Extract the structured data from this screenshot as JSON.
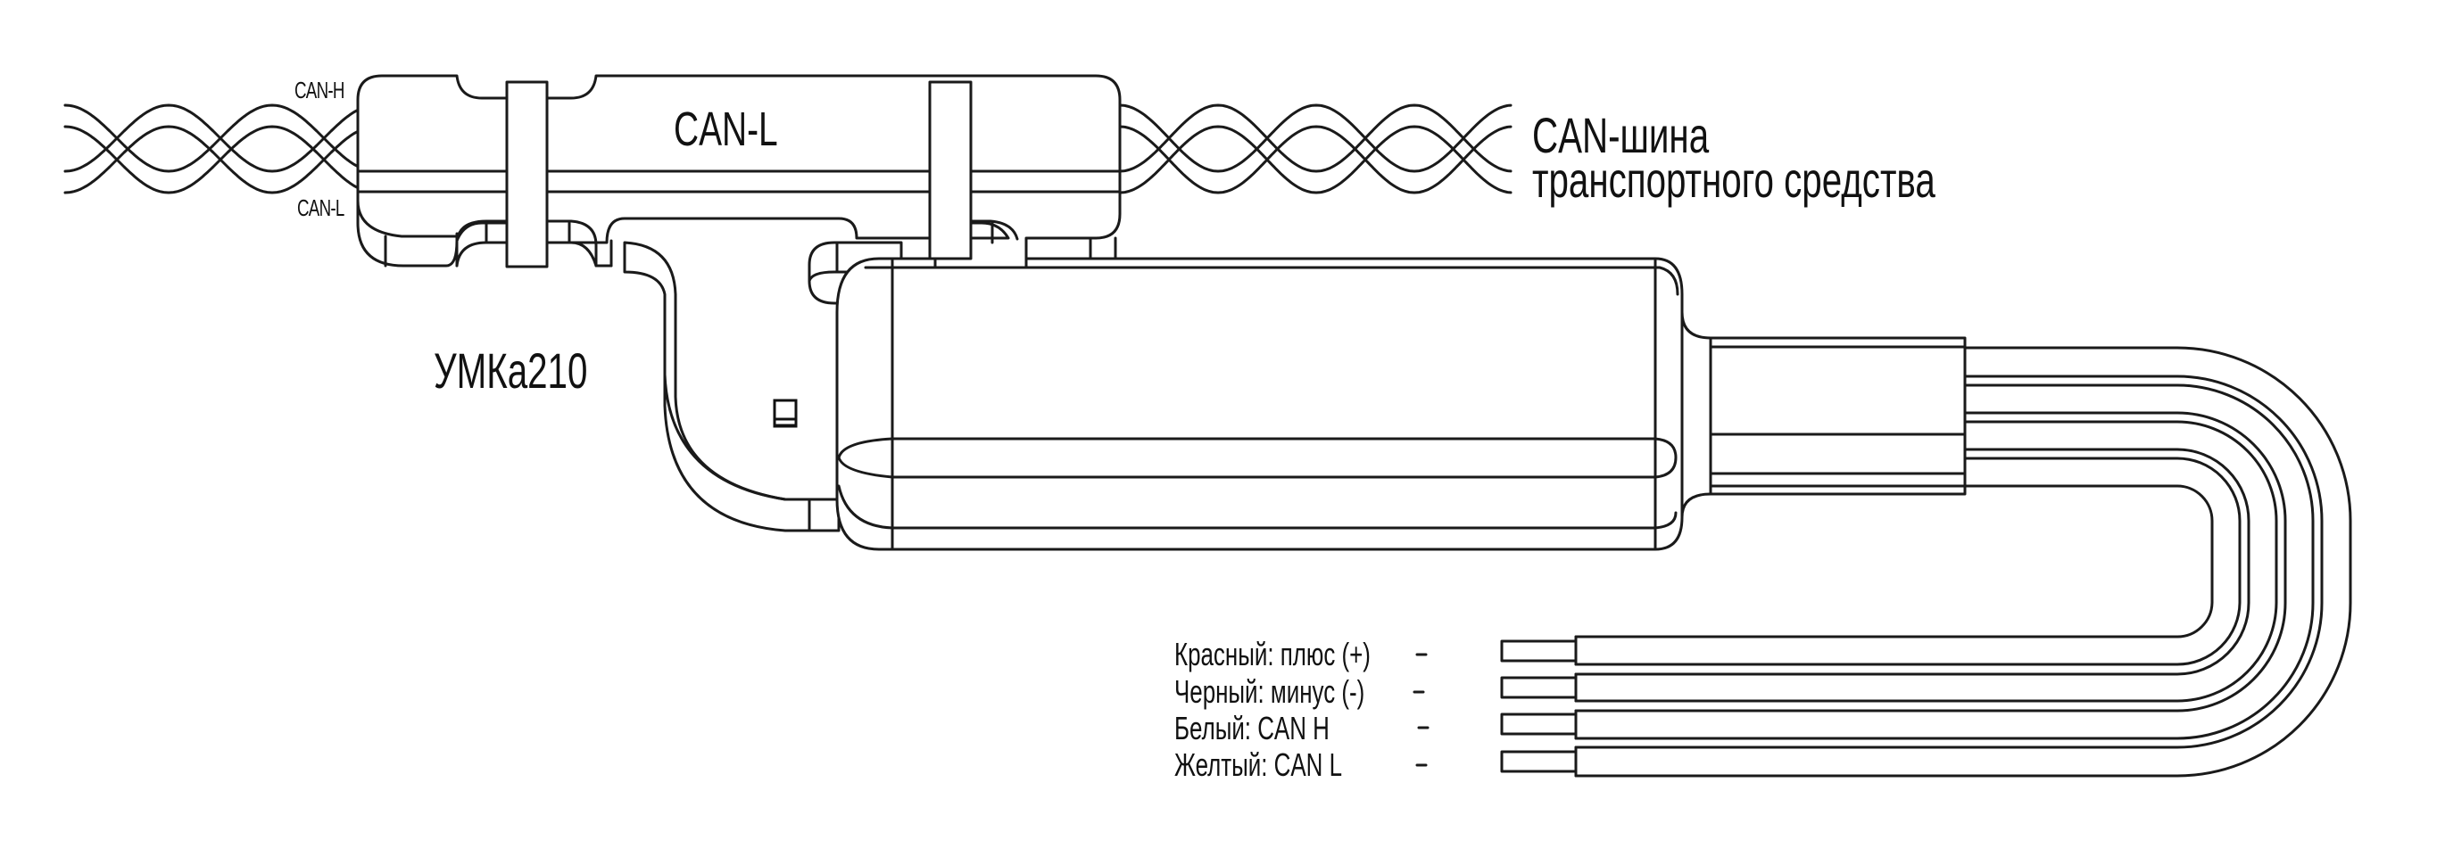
{
  "diagram": {
    "title": "УМКа210",
    "adapter": {
      "label": "CAN-L",
      "wire_label_top": "CAN-H",
      "wire_label_bottom": "CAN-L"
    },
    "bus_label": {
      "line1": "CAN-шина",
      "line2": "транспортного средства"
    },
    "wires": [
      {
        "color_name": "Красный",
        "label": "Красный: плюс (+)",
        "dash": "-"
      },
      {
        "color_name": "Черный",
        "label": "Черный: минус (-)",
        "dash": "-"
      },
      {
        "color_name": "Белый",
        "label": "Белый: CAN H",
        "dash": "-"
      },
      {
        "color_name": "Желтый",
        "label": "Желтый: CAN L",
        "dash": "-"
      }
    ],
    "icons": {
      "device_indicator": "led-indicator-icon"
    },
    "colors": {
      "stroke": "#1a1a1a",
      "background": "#ffffff",
      "text": "#111111"
    }
  }
}
